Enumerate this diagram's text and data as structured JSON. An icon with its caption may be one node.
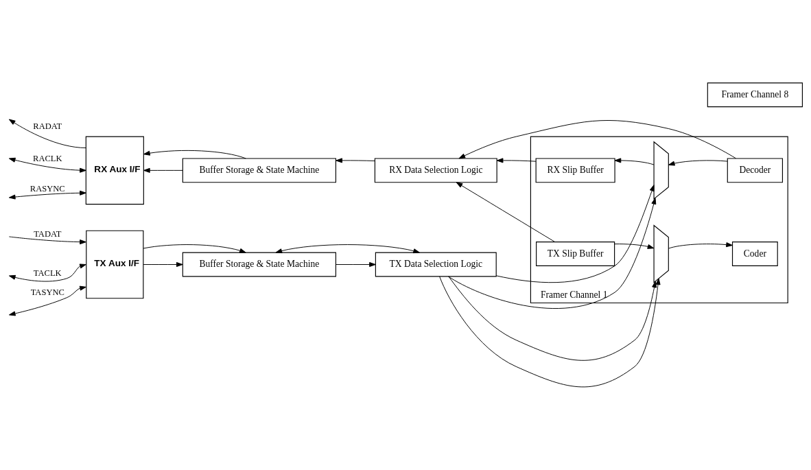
{
  "diagram": {
    "nodes": [
      {
        "text": [
          "Framer Channel 8"
        ]
      },
      {
        "text": [
          "Framer Channel 1"
        ]
      },
      {
        "text": [
          "RX Aux I/F"
        ]
      },
      {
        "text": [
          "Buffer Storage & State Machine"
        ]
      },
      {
        "text": [
          "RX Data Selection Logic"
        ]
      },
      {
        "text": [
          "RX Slip Buffer"
        ],
        "in": 1
      },
      {
        "text": [],
        "shape": "trapezoid",
        "in": 1
      },
      {
        "text": [
          "Decoder"
        ],
        "in": 1
      },
      {
        "text": [
          "TX Aux I/F"
        ]
      },
      {
        "text": [
          "Buffer Storage & State Machine"
        ]
      },
      {
        "text": [
          "TX Data Selection Logic"
        ]
      },
      {
        "text": [
          "TX Slip Buffer"
        ],
        "in": 1
      },
      {
        "text": [],
        "shape": "trapezoid",
        "in": 1
      },
      {
        "text": [
          "Coder"
        ],
        "in": 1
      }
    ],
    "edges": [
      {
        "from": 2,
        "to": null,
        "arrow": "to",
        "label": "RADAT"
      },
      {
        "from": null,
        "to": 2,
        "arrow": "both",
        "label": "RACLK"
      },
      {
        "from": null,
        "to": 2,
        "arrow": "both",
        "label": "RASYNC"
      },
      {
        "from": 3,
        "to": 2,
        "arrow": "to"
      },
      {
        "from": 3,
        "to": 2,
        "arrow": "to"
      },
      {
        "from": 4,
        "to": 3,
        "arrow": "to"
      },
      {
        "from": 5,
        "to": 4,
        "arrow": "to"
      },
      {
        "from": 6,
        "to": 5,
        "arrow": "to"
      },
      {
        "from": 7,
        "to": 6,
        "arrow": "to"
      },
      {
        "from": 7,
        "to": 4,
        "arrow": "to"
      },
      {
        "from": 10,
        "to": 6,
        "arrow": "to"
      },
      {
        "from": 10,
        "to": 6,
        "arrow": "to"
      },
      {
        "from": 11,
        "to": 4,
        "arrow": "to"
      },
      {
        "from": null,
        "to": 8,
        "arrow": "to",
        "label": "TADAT"
      },
      {
        "from": null,
        "to": 8,
        "arrow": "both",
        "label": "TACLK"
      },
      {
        "from": null,
        "to": 8,
        "arrow": "both",
        "label": "TASYNC"
      },
      {
        "from": 8,
        "to": 9,
        "arrow": "to"
      },
      {
        "from": 8,
        "to": 9,
        "arrow": "to"
      },
      {
        "from": 9,
        "to": 10,
        "arrow": "to"
      },
      {
        "from": 9,
        "to": 10,
        "arrow": "both"
      },
      {
        "from": 11,
        "to": 12,
        "arrow": "to"
      },
      {
        "from": 10,
        "to": 12,
        "arrow": "to"
      },
      {
        "from": 10,
        "to": 12,
        "arrow": "to"
      },
      {
        "from": 12,
        "to": 13,
        "arrow": "to"
      }
    ]
  }
}
